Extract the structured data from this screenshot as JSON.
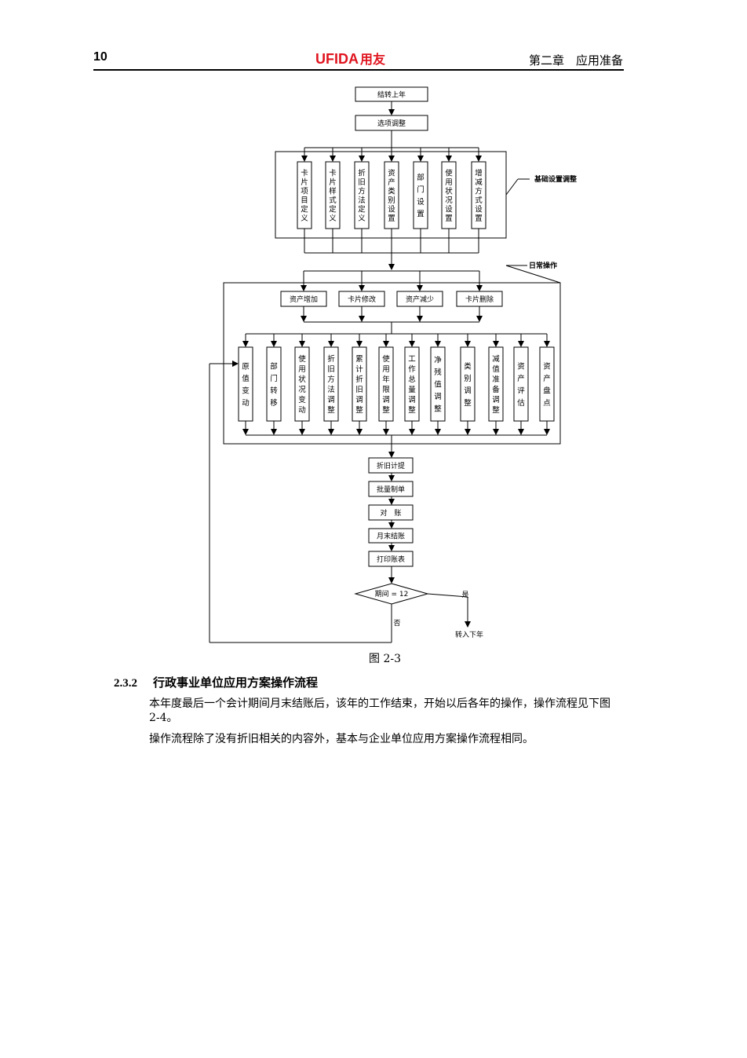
{
  "header": {
    "page_number": "10",
    "logo_latin": "UFIDA",
    "logo_cn": "用友",
    "chapter": "第二章　应用准备",
    "logo_color": "#e0141e"
  },
  "flow": {
    "top_steps": [
      "结转上年",
      "选项调整"
    ],
    "basic_group_label": "基础设置调整",
    "basic_boxes": [
      "卡片项目定义",
      "卡片样式定义",
      "折旧方法定义",
      "资产类别设置",
      "部门设置",
      "使用状况设置",
      "增减方式设置"
    ],
    "daily_group_label": "日常操作",
    "daily_top": [
      "资产增加",
      "卡片修改",
      "资产减少",
      "卡片删除"
    ],
    "daily_changes": [
      "原值变动",
      "部门转移",
      "使用状况变动",
      "折旧方法调整",
      "累计折旧调整",
      "使用年限调整",
      "工作总量调整",
      "净残值调整",
      "类别调整",
      "减值准备调整",
      "资产评估",
      "资产盘点"
    ],
    "post_steps": [
      "折旧计提",
      "批量制单",
      "对　账",
      "月末结账",
      "打印账表"
    ],
    "decision": "期间 = 12",
    "yes_label": "是",
    "no_label": "否",
    "yes_target": "转入下年"
  },
  "caption": "图 2-3",
  "section": {
    "number": "2.3.2",
    "title": "行政事业单位应用方案操作流程"
  },
  "paragraphs": [
    "本年度最后一个会计期间月末结账后，该年的工作结束，开始以后各年的操作，操作流程见下图 2-4。",
    "操作流程除了没有折旧相关的内容外，基本与企业单位应用方案操作流程相同。"
  ]
}
